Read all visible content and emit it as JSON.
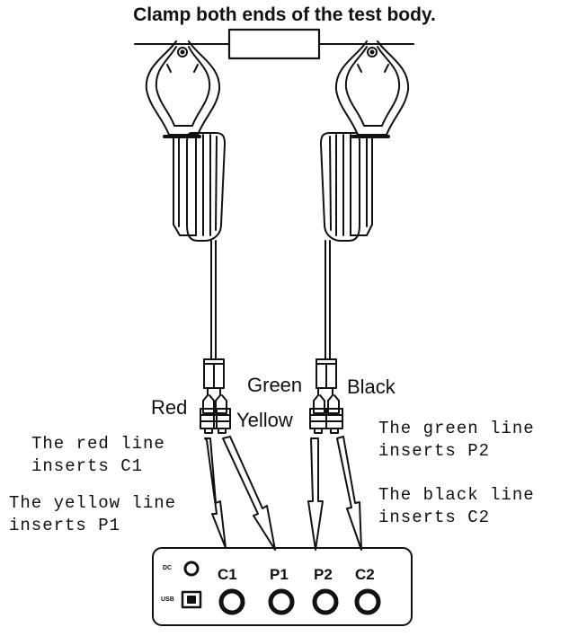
{
  "title": "Clamp both ends of the test body.",
  "wires": {
    "red": "Red",
    "yellow": "Yellow",
    "green": "Green",
    "black": "Black"
  },
  "notes": {
    "red": "The red line\ninserts C1",
    "yellow": "The yellow line\ninserts P1",
    "green": "The green line\ninserts P2",
    "black": "The black line\ninserts C2"
  },
  "device": {
    "dc_label": "DC",
    "usb_label": "USB",
    "ports": [
      "C1",
      "P1",
      "P2",
      "C2"
    ]
  }
}
